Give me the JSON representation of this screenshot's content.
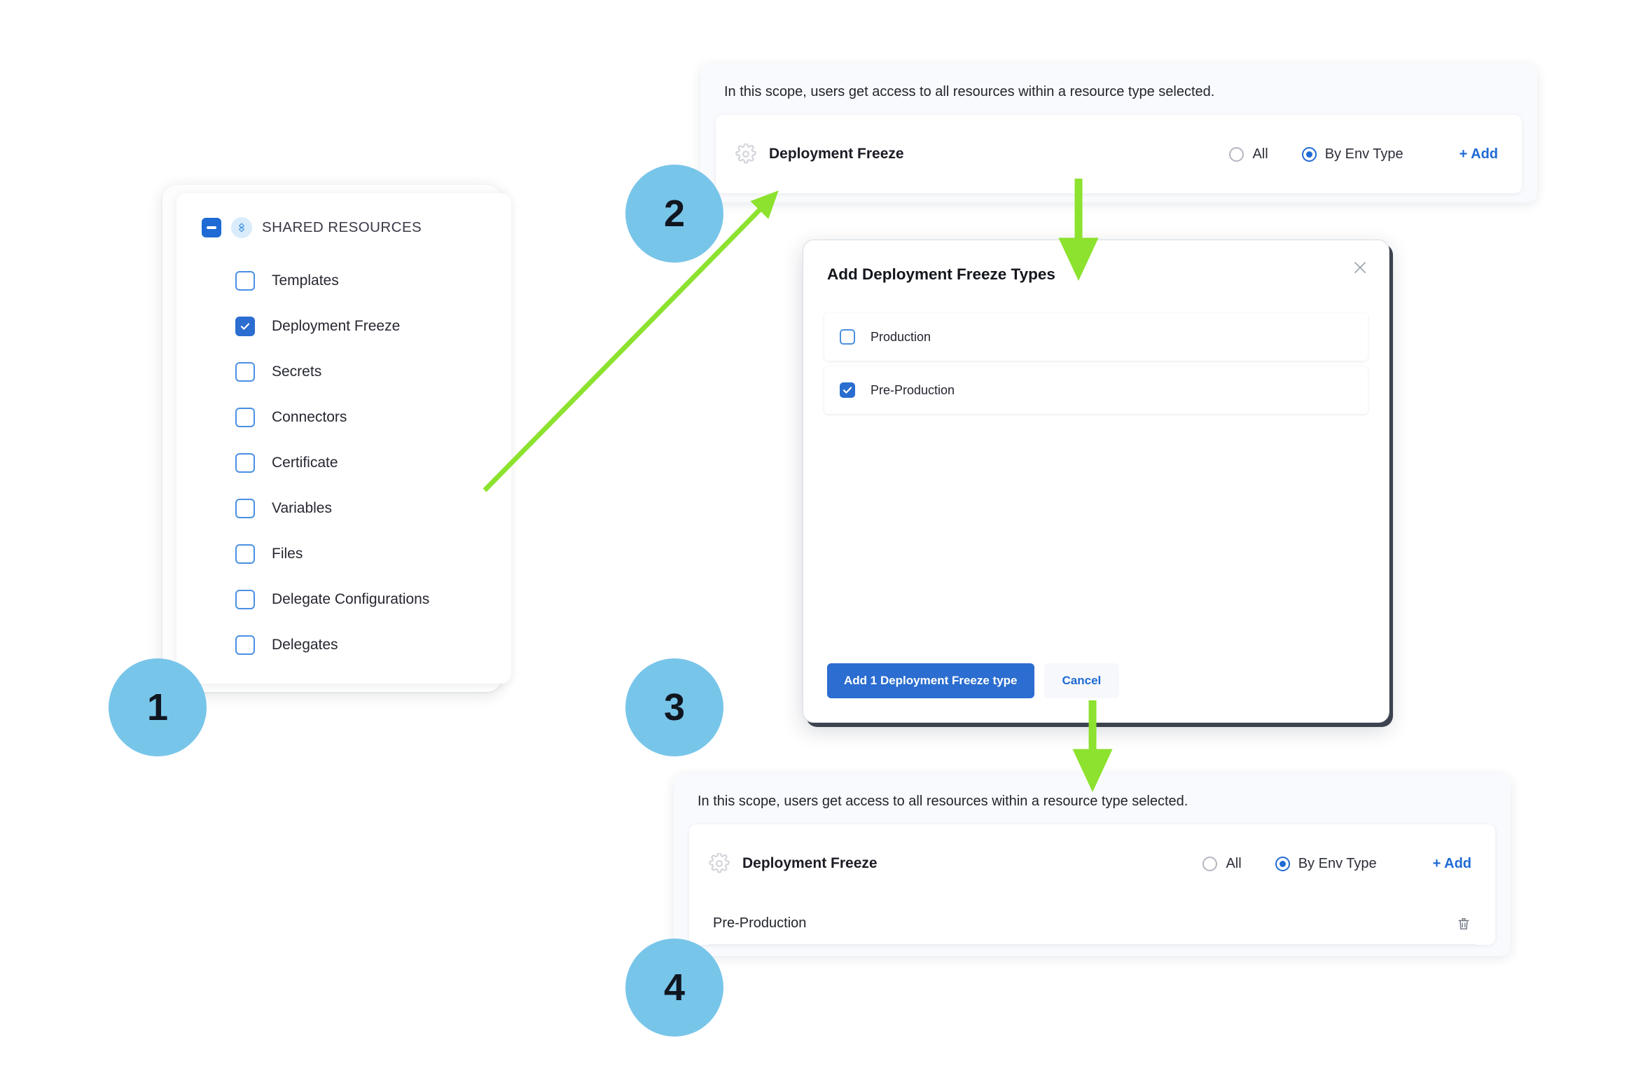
{
  "steps": [
    {
      "num": "1"
    },
    {
      "num": "2"
    },
    {
      "num": "3"
    },
    {
      "num": "4"
    }
  ],
  "colors": {
    "step_circle": "#78c5ea",
    "accent_blue": "#2b6dd0",
    "link_blue": "#1f6ad4",
    "arrow_green": "#8ce22e",
    "checkbox_border": "#4a90e2",
    "panel_bg": "#f9fafd"
  },
  "resource_tree": {
    "collapse_icon": "minus-icon",
    "group_icon": "shared-resources-icon",
    "title": "SHARED RESOURCES",
    "items": [
      {
        "label": "Templates",
        "checked": false
      },
      {
        "label": "Deployment Freeze",
        "checked": true
      },
      {
        "label": "Secrets",
        "checked": false
      },
      {
        "label": "Connectors",
        "checked": false
      },
      {
        "label": "Certificate",
        "checked": false
      },
      {
        "label": "Variables",
        "checked": false
      },
      {
        "label": "Files",
        "checked": false
      },
      {
        "label": "Delegate Configurations",
        "checked": false
      },
      {
        "label": "Delegates",
        "checked": false
      }
    ]
  },
  "scope_top": {
    "note": "In this scope, users get access to all resources within a resource type selected.",
    "resource_icon": "gear-icon",
    "resource_name": "Deployment Freeze",
    "radios": [
      {
        "label": "All",
        "selected": false
      },
      {
        "label": "By Env Type",
        "selected": true
      }
    ],
    "add_label": "+ Add"
  },
  "modal": {
    "title": "Add Deployment Freeze Types",
    "close_icon": "close-icon",
    "options": [
      {
        "label": "Production",
        "checked": false
      },
      {
        "label": "Pre-Production",
        "checked": true
      }
    ],
    "primary_button": "Add 1 Deployment Freeze type",
    "cancel_button": "Cancel"
  },
  "scope_bottom": {
    "note": "In this scope, users get access to all resources within a resource type selected.",
    "resource_icon": "gear-icon",
    "resource_name": "Deployment Freeze",
    "radios": [
      {
        "label": "All",
        "selected": false
      },
      {
        "label": "By Env Type",
        "selected": true
      }
    ],
    "add_label": "+ Add",
    "entries": [
      {
        "label": "Pre-Production",
        "delete_icon": "trash-icon"
      }
    ]
  }
}
